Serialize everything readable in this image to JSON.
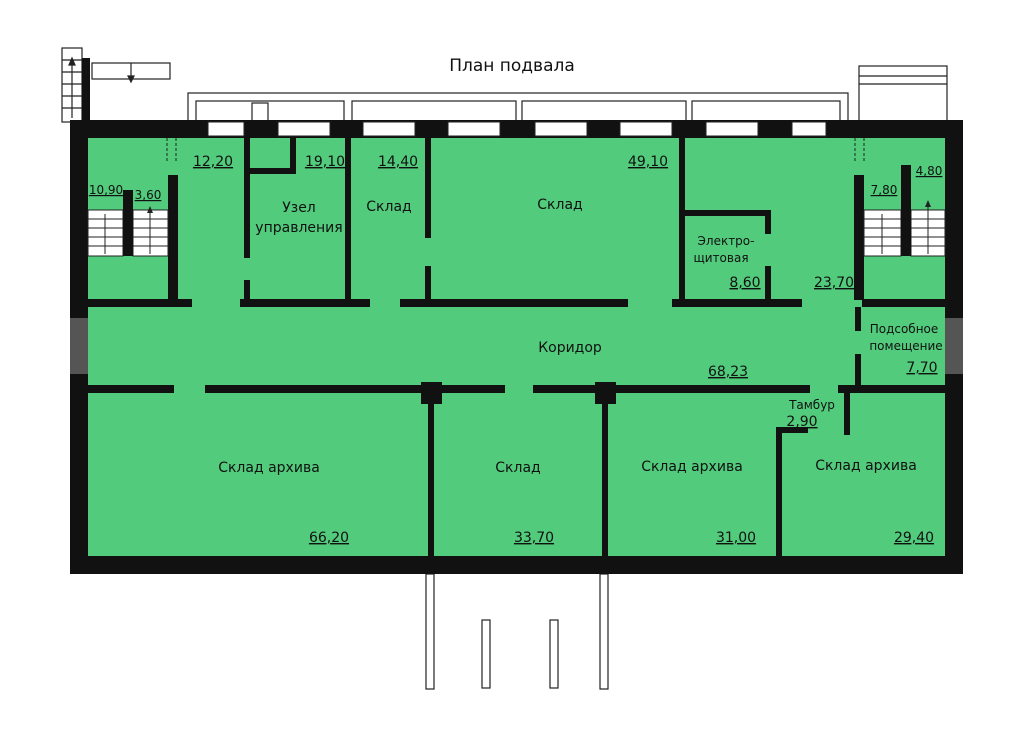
{
  "title": "План подвала",
  "colors": {
    "floor": "#52cc7c",
    "wall": "#111111",
    "outline": "#222222",
    "background": "#ffffff",
    "grey_block": "#555555"
  },
  "rooms": {
    "stair_left_a": {
      "area": "10,90"
    },
    "stair_left_b": {
      "area": "3,60"
    },
    "room_12_20": {
      "area": "12,20"
    },
    "uzel": {
      "name_line1": "Узел",
      "name_line2": "управления",
      "area": "19,10"
    },
    "sklad_small": {
      "name": "Склад",
      "area": "14,40"
    },
    "sklad_big": {
      "name": "Склад",
      "area": "49,10"
    },
    "electro": {
      "name_line1": "Электро-",
      "name_line2": "щитовая",
      "area": "8,60"
    },
    "room_23_70": {
      "area": "23,70"
    },
    "stair_right_a": {
      "area": "7,80"
    },
    "stair_right_b": {
      "area": "4,80"
    },
    "podsobnoe": {
      "name_line1": "Подсобное",
      "name_line2": "помещение",
      "area": "7,70"
    },
    "corridor": {
      "name": "Коридор",
      "area": "68,23"
    },
    "tambur": {
      "name": "Тамбур",
      "area": "2,90"
    },
    "archive_1": {
      "name": "Склад архива",
      "area": "66,20"
    },
    "sklad_bottom": {
      "name": "Склад",
      "area": "33,70"
    },
    "archive_2": {
      "name": "Склад архива",
      "area": "31,00"
    },
    "archive_3": {
      "name": "Склад архива",
      "area": "29,40"
    }
  }
}
